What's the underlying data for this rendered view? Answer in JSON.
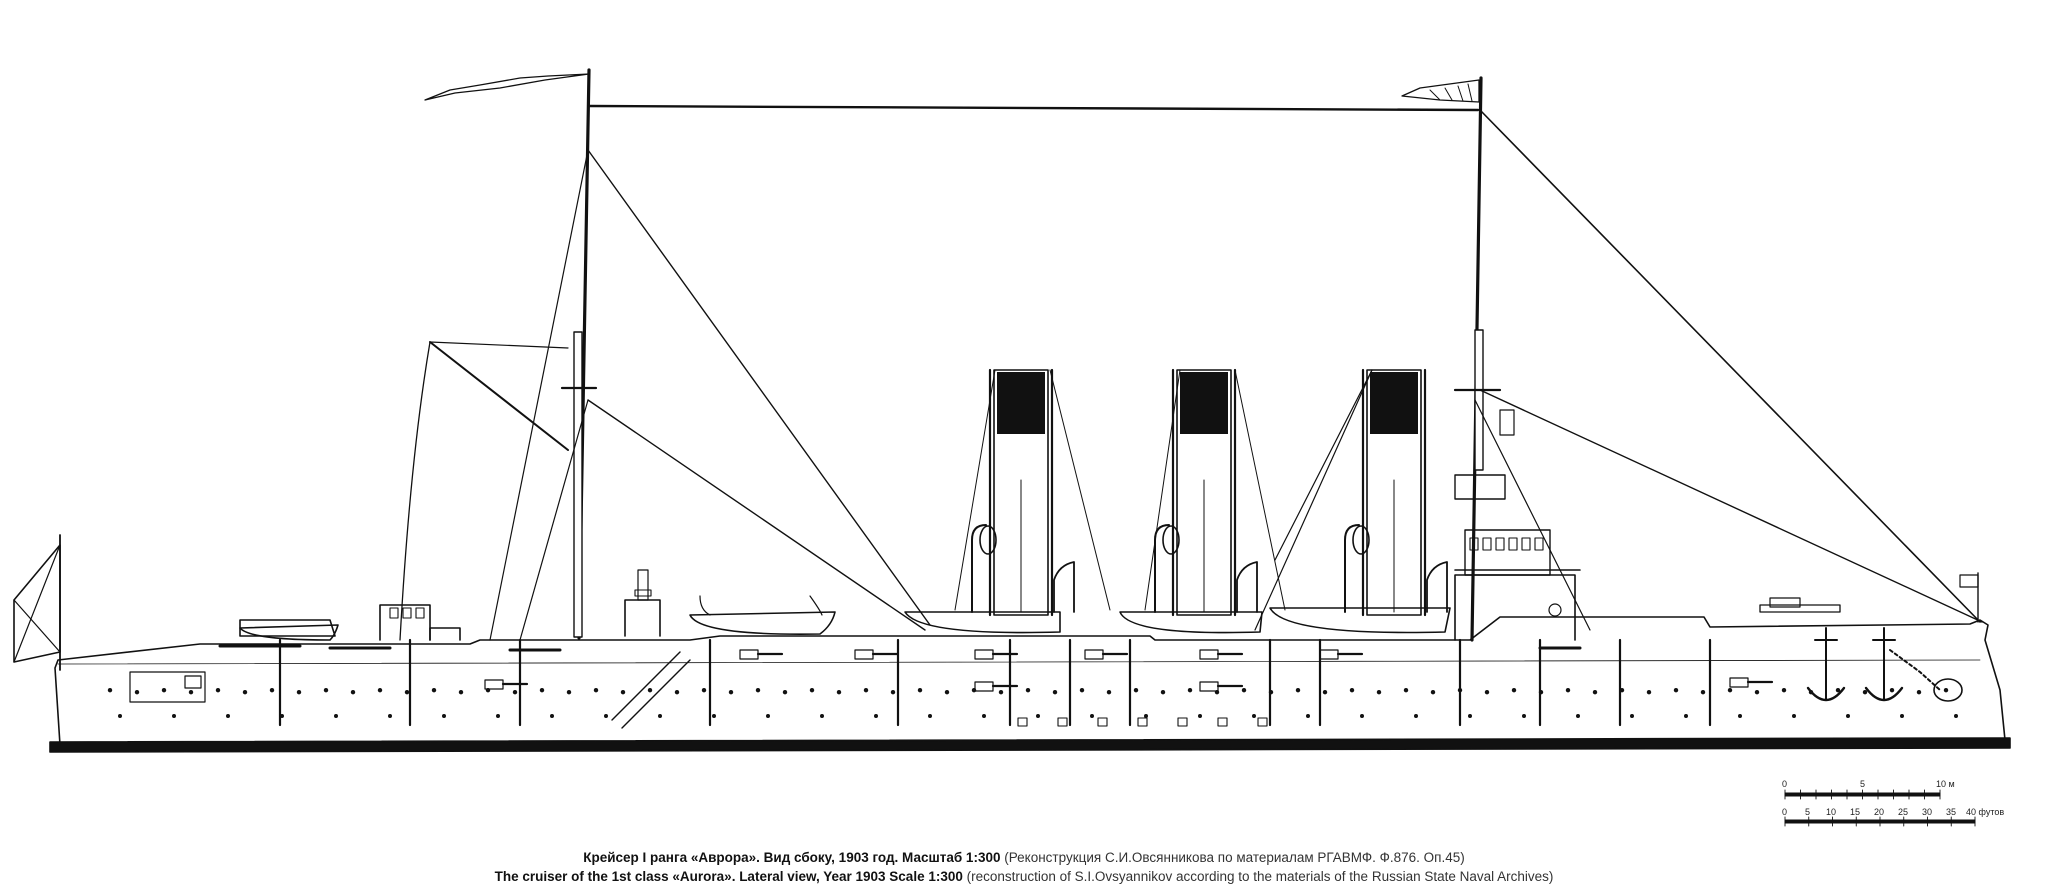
{
  "caption": {
    "ru_main": "Крейсер I ранга «Аврора». Вид сбоку, 1903 год. Масштаб 1:300",
    "ru_note": "(Реконструкция С.И.Овсянникова по материалам РГАВМФ. Ф.876. Оп.45)",
    "en_main": "The cruiser of the 1st class «Aurora». Lateral view, Year 1903 Scale 1:300",
    "en_note": "(reconstruction of S.I.Ovsyannikov according to the materials of the Russian State Naval Archives)"
  },
  "scale_bar": {
    "meters_ticks": [
      "0",
      "5",
      "10 м"
    ],
    "feet_ticks": [
      "0",
      "5",
      "10",
      "15",
      "20",
      "25",
      "30",
      "35",
      "40 футов"
    ]
  }
}
